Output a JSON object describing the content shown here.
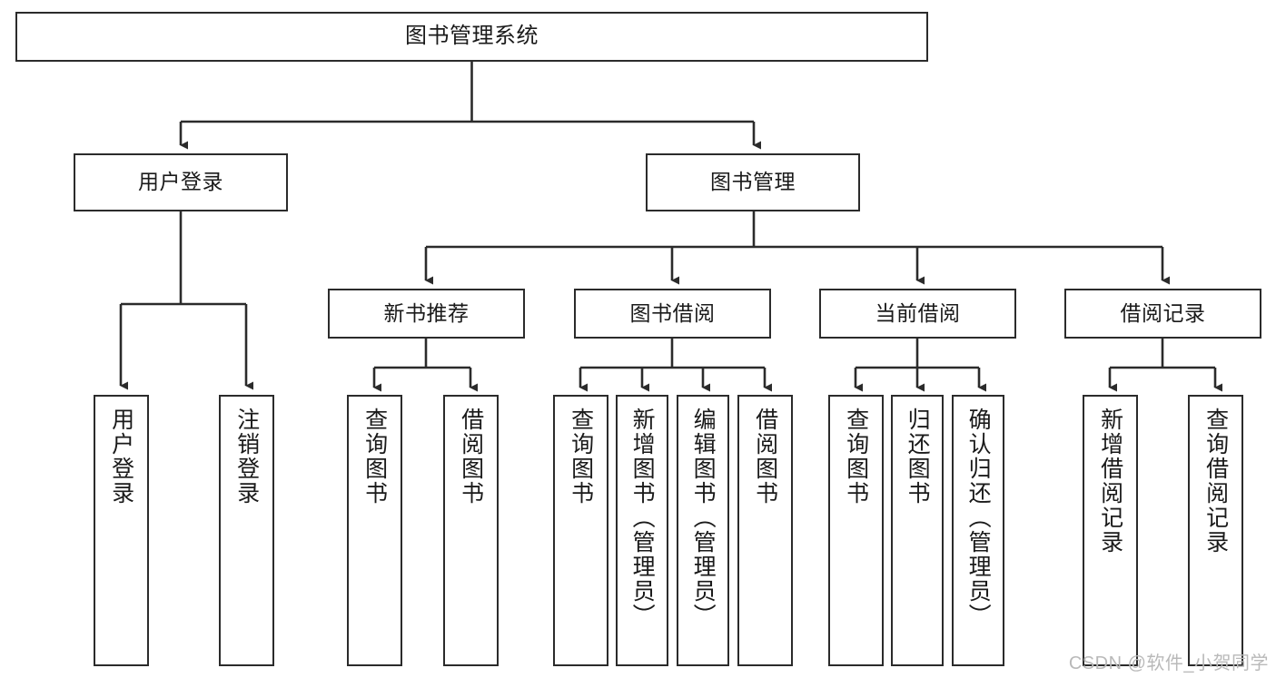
{
  "diagram": {
    "title": "图书管理系统",
    "type": "tree-hierarchy-functional-structure",
    "watermark": "CSDN @软件_小贺同学",
    "colors": {
      "stroke": "#2b2b2b",
      "fill": "#ffffff",
      "text": "#1a1a1a",
      "watermark": "#b9b9b9"
    },
    "root": {
      "label": "图书管理系统"
    },
    "level2": [
      {
        "label": "用户登录"
      },
      {
        "label": "图书管理"
      }
    ],
    "level3": [
      {
        "label": "新书推荐"
      },
      {
        "label": "图书借阅"
      },
      {
        "label": "当前借阅"
      },
      {
        "label": "借阅记录"
      }
    ],
    "leaves": {
      "user_login": [
        {
          "label": "用户登录"
        },
        {
          "label": "注销登录"
        }
      ],
      "new_book_recommend": [
        {
          "label": "查询图书"
        },
        {
          "label": "借阅图书"
        }
      ],
      "book_borrow": [
        {
          "label": "查询图书"
        },
        {
          "label": "新增图书（管理员）"
        },
        {
          "label": "编辑图书（管理员）"
        },
        {
          "label": "借阅图书"
        }
      ],
      "current_borrow": [
        {
          "label": "查询图书"
        },
        {
          "label": "归还图书"
        },
        {
          "label": "确认归还（管理员）"
        }
      ],
      "borrow_record": [
        {
          "label": "新增借阅记录"
        },
        {
          "label": "查询借阅记录"
        }
      ]
    }
  }
}
